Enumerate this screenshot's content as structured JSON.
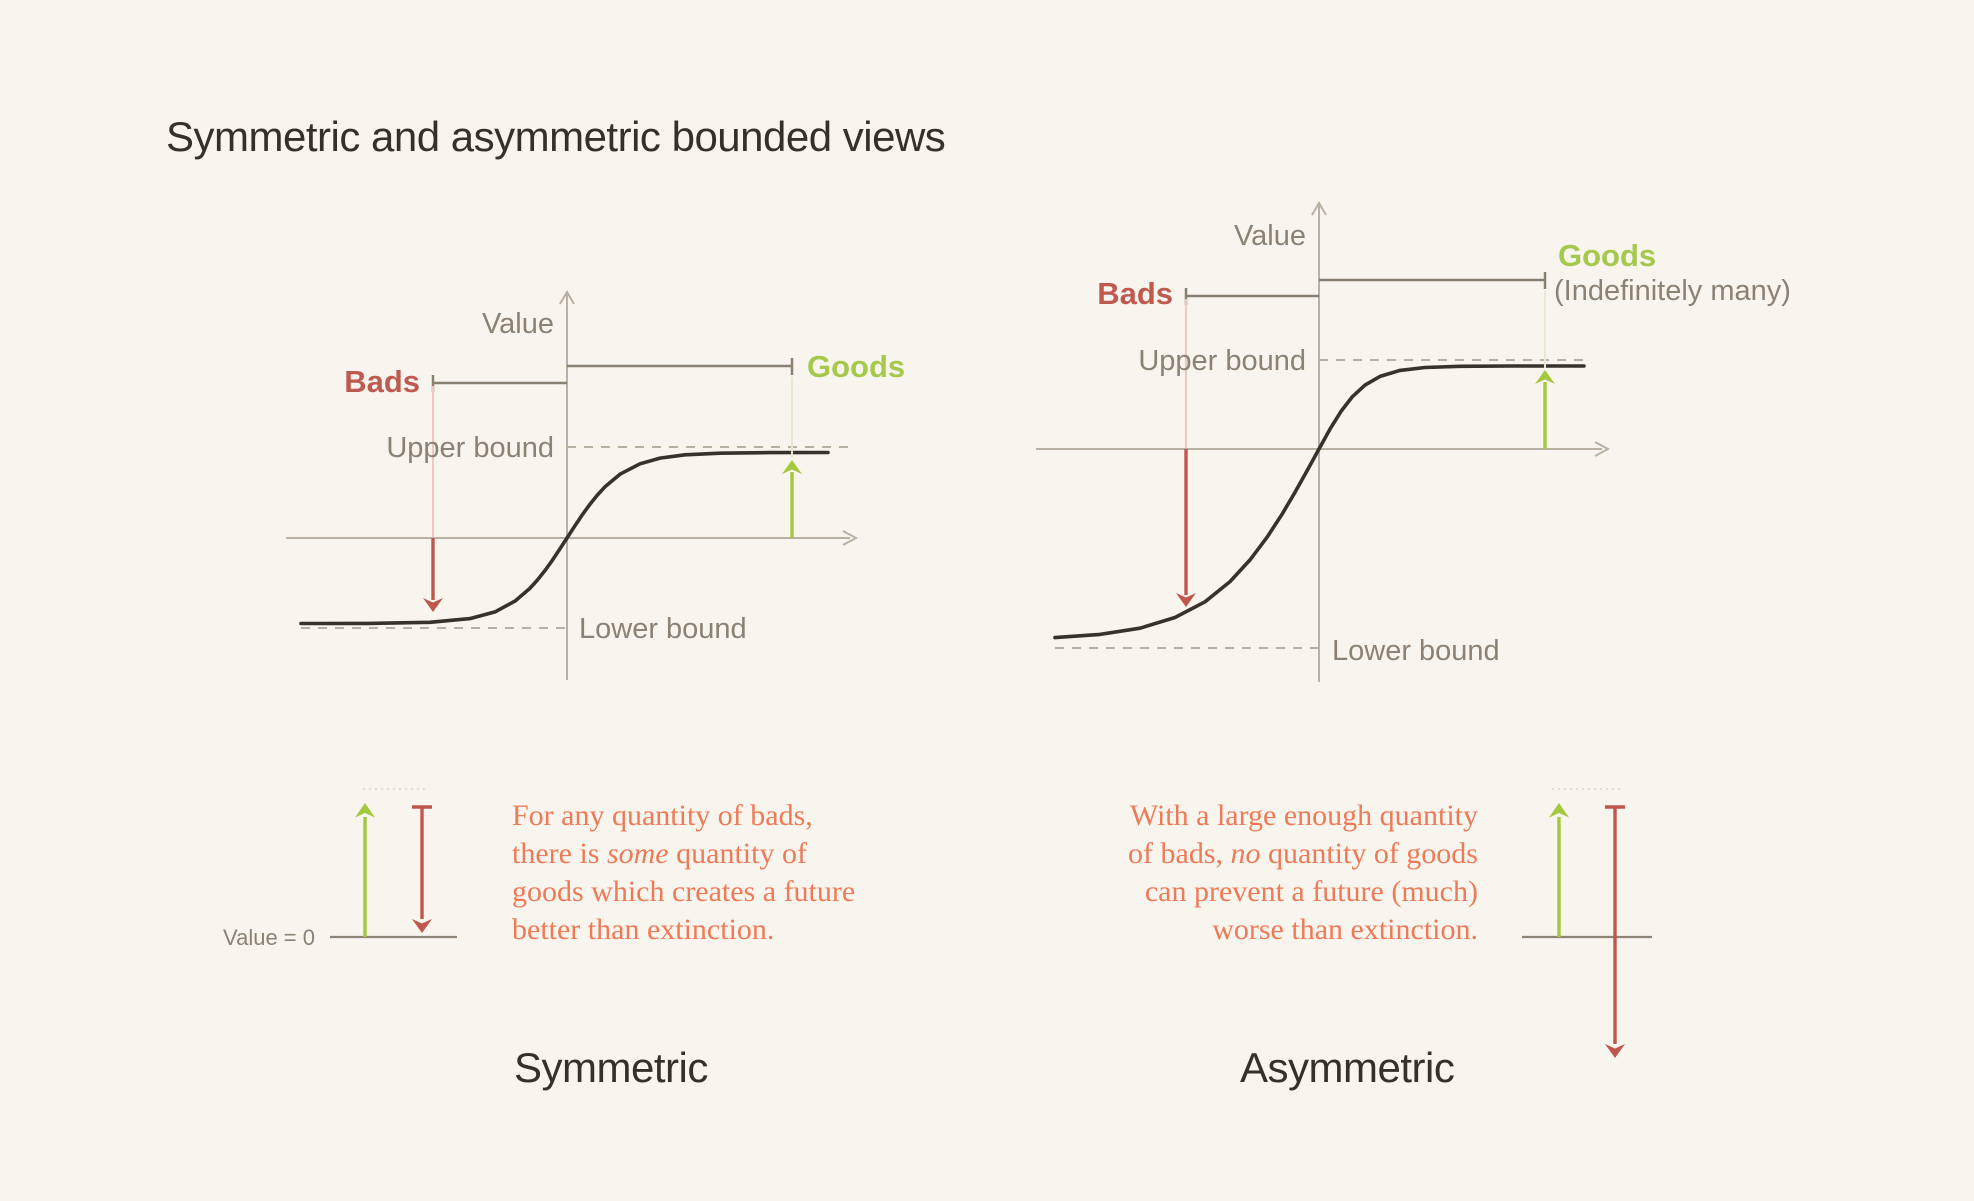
{
  "title": "Symmetric and asymmetric bounded views",
  "colors": {
    "background": "#f8f5ee",
    "ink": "#34302b",
    "chart_label_gray": "#8b8274",
    "axis_gray": "#b9b1a4",
    "bracket_gray": "#8a8072",
    "curve_black": "#38322c",
    "bads_red": "#bf5a51",
    "goods_green": "#a5c84d",
    "arrow_red": "#c0564e",
    "arrow_green": "#a4c83e",
    "note_orange": "#ef7a57"
  },
  "left_chart": {
    "value_label": "Value",
    "bads_label": "Bads",
    "goods_label": "Goods",
    "upper_bound_label": "Upper bound",
    "lower_bound_label": "Lower bound"
  },
  "right_chart": {
    "value_label": "Value",
    "bads_label": "Bads",
    "goods_label": "Goods",
    "goods_sublabel": "(Indefinitely many)",
    "upper_bound_label": "Upper bound",
    "lower_bound_label": "Lower bound"
  },
  "bottom_left": {
    "value_zero_label": "Value = 0",
    "caption": "Symmetric",
    "note_lines": [
      {
        "pre": "For any quantity of bads,",
        "em": "",
        "post": ""
      },
      {
        "pre": "there is ",
        "em": "some",
        "post": " quantity of"
      },
      {
        "pre": "goods which creates a future",
        "em": "",
        "post": ""
      },
      {
        "pre": "better than extinction.",
        "em": "",
        "post": ""
      }
    ]
  },
  "bottom_right": {
    "caption": "Asymmetric",
    "note_lines": [
      {
        "pre": "With a large enough quantity",
        "em": "",
        "post": ""
      },
      {
        "pre": "of bads, ",
        "em": "no",
        "post": " quantity of goods"
      },
      {
        "pre": "can prevent a future (much)",
        "em": "",
        "post": ""
      },
      {
        "pre": "worse than extinction.",
        "em": "",
        "post": ""
      }
    ]
  }
}
